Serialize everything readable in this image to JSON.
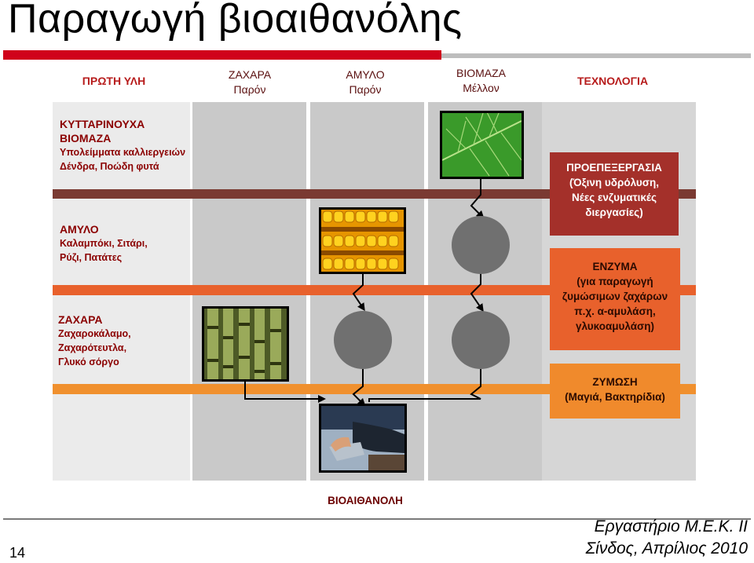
{
  "title": "Παραγωγή βιοαιθανόλης",
  "headers": {
    "raw_material": "ΠΡΩΤΗ ΥΛΗ",
    "sugar": [
      "ΖΑΧΑΡΑ",
      "Παρόν"
    ],
    "starch": [
      "ΑΜΥΛΟ",
      "Παρόν"
    ],
    "biomass": [
      "ΒΙΟΜΑΖΑ",
      "Μέλλον"
    ],
    "technology": "ΤΕΧΝΟΛΟΓΙΑ"
  },
  "feedstocks": {
    "cellulosic": [
      "ΚΥΤΤΑΡΙΝΟΥΧΑ",
      "ΒΙΟΜΑΖΑ",
      "Υπολείμματα καλλιεργειών",
      "Δένδρα, Ποώδη φυτά"
    ],
    "starch": [
      "ΑΜΥΛΟ",
      "Καλαμπόκι, Σιτάρι,",
      "Ρύζι, Πατάτες"
    ],
    "sugar": [
      "ΖΑΧΑΡΑ",
      "Ζαχαροκάλαμο,",
      "Ζαχαρότευτλα,",
      "Γλυκό σόργο"
    ]
  },
  "technologies": {
    "pretreatment": [
      "ΠΡΟΕΠΕΞΕΡΓΑΣΙΑ",
      "(Όξινη υδρόλυση,",
      "Νέες ενζυματικές",
      "διεργασίες)"
    ],
    "enzymes": [
      "ΕΝΖΥΜΑ",
      "(για παραγωγή",
      "ζυμώσιμων ζαχάρων",
      "π.χ. α-αμυλάση,",
      "γλυκοαμυλάση)"
    ],
    "fermentation": [
      "ΖΥΜΩΣΗ",
      "(Μαγιά, Βακτηρίδια)"
    ]
  },
  "colors": {
    "pretreatment": "#a4302a",
    "enzymes": "#e8612c",
    "fermentation": "#f08a2c",
    "band_enzyme": "#e8612c",
    "band_ferment": "#f0902e"
  },
  "images": [
    "corn-cobs",
    "sugarcane-stalks",
    "green-leaf",
    "fuel-nozzle"
  ],
  "product": "ΒΙΟΑΙΘΑΝΟΛΗ",
  "footer": {
    "page_number": "14",
    "lab": "Εργαστήριο Μ.Ε.Κ. ΙΙ",
    "author_date": "Σίνδος, Απρίλιος 2010"
  }
}
